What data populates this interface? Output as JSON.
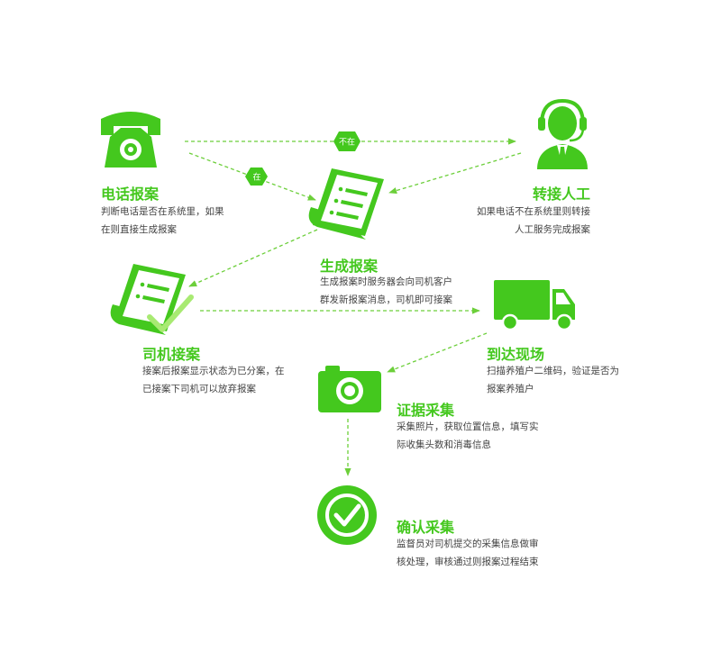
{
  "colors": {
    "accent": "#44c81e",
    "arrow": "#6ccf3a",
    "text": "#444444"
  },
  "steps": {
    "phone": {
      "title": "电话报案",
      "desc": [
        "判断电话是否在系统里，如果",
        "在则直接生成报案"
      ],
      "icon": "telephone-icon"
    },
    "manual": {
      "title": "转接人工",
      "desc": [
        "如果电话不在系统里则转接",
        "人工服务完成报案"
      ],
      "icon": "operator-headset-icon"
    },
    "generate": {
      "title": "生成报案",
      "desc": [
        "生成报案时服务器会向司机客户",
        "群发新报案消息，司机即可接案"
      ],
      "icon": "document-scroll-icon"
    },
    "driver": {
      "title": "司机接案",
      "desc": [
        "接案后报案显示状态为已分案，在",
        "已接案下司机可以放弃报案"
      ],
      "icon": "document-check-icon"
    },
    "arrive": {
      "title": "到达现场",
      "desc": [
        "扫描养殖户二维码，验证是否为",
        "报案养殖户"
      ],
      "icon": "truck-icon"
    },
    "evidence": {
      "title": "证据采集",
      "desc": [
        "采集照片，获取位置信息，填写实",
        "际收集头数和消毒信息"
      ],
      "icon": "camera-icon"
    },
    "confirm": {
      "title": "确认采集",
      "desc": [
        "监督员对司机提交的采集信息做审",
        "核处理，审核通过则报案过程结束"
      ],
      "icon": "check-circle-icon"
    }
  },
  "connectors": {
    "in_label": "在",
    "not_in_label": "不在"
  }
}
